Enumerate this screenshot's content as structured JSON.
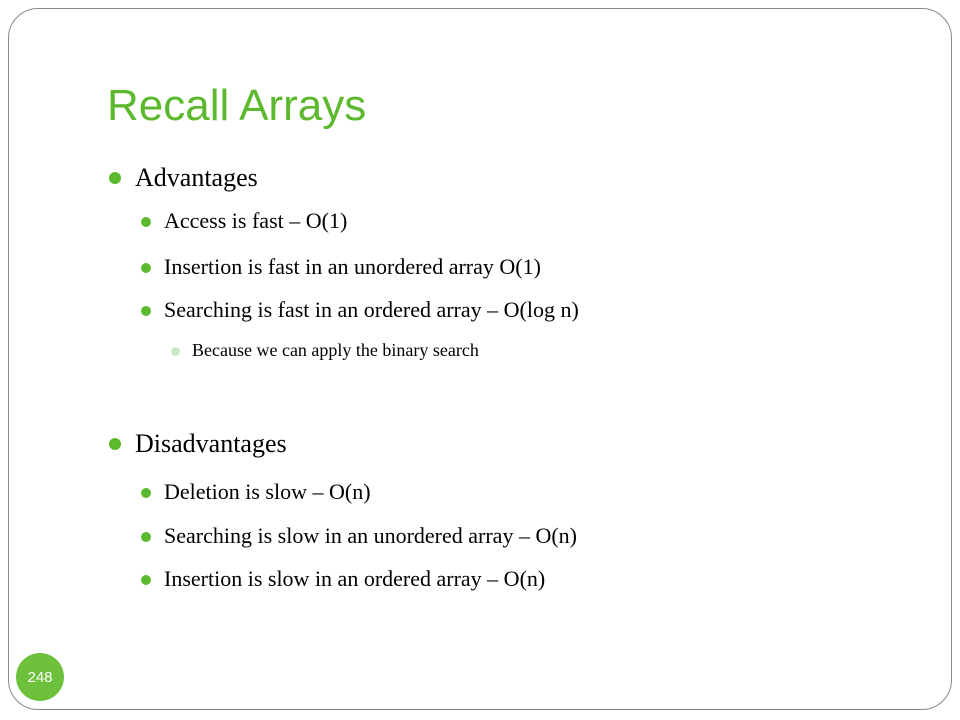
{
  "slide": {
    "title": "Recall Arrays",
    "page_number": "248",
    "accent_color": "#5cb82d",
    "advantages": {
      "heading": "Advantages",
      "items": [
        "Access is fast – O(1)",
        "Insertion is fast in an unordered array O(1)",
        "Searching is fast in an ordered array – O(log n)"
      ],
      "subitem": "Because we can apply the binary search"
    },
    "disadvantages": {
      "heading": "Disadvantages",
      "items": [
        "Deletion is slow – O(n)",
        "Searching is slow in an unordered array – O(n)",
        "Insertion is slow in an ordered array – O(n)"
      ]
    }
  }
}
